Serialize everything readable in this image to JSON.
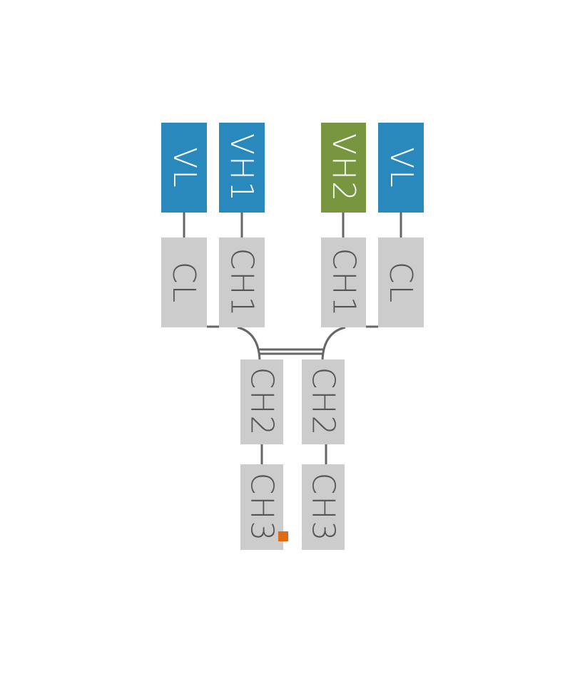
{
  "colors": {
    "vl": "#2a89bc",
    "vh1": "#2a89bc",
    "vh2": "#77963f",
    "constant": "#cccccc",
    "line": "#666666",
    "marker": "#e06b12"
  },
  "domains": {
    "left_vl": "VL",
    "left_vh": "VH1",
    "right_vh": "VH2",
    "right_vl": "VL",
    "left_cl": "CL",
    "left_ch1": "CH1",
    "right_ch1": "CH1",
    "right_cl": "CL",
    "left_ch2": "CH2",
    "right_ch2": "CH2",
    "left_ch3": "CH3",
    "right_ch3": "CH3"
  }
}
